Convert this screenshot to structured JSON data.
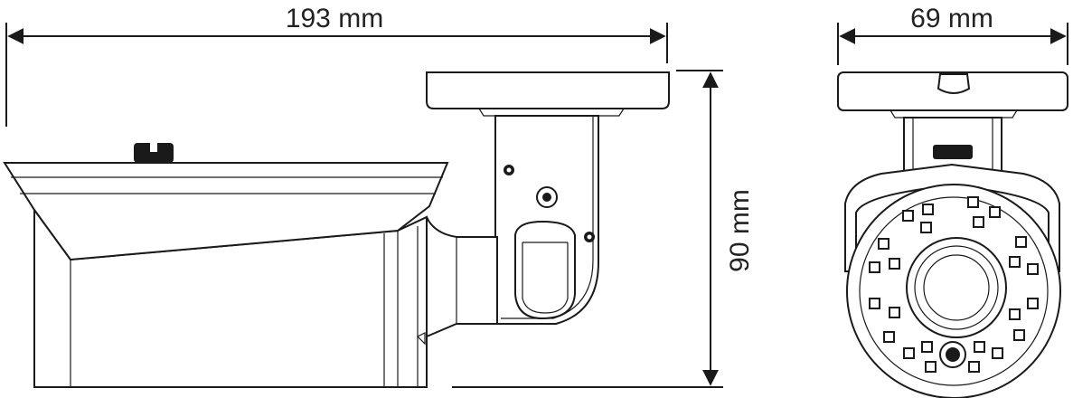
{
  "dimensions": {
    "length": "193 mm",
    "width": "69 mm",
    "height": "90 mm"
  },
  "colors": {
    "line": "#1a1a1a",
    "background": "#ffffff"
  }
}
